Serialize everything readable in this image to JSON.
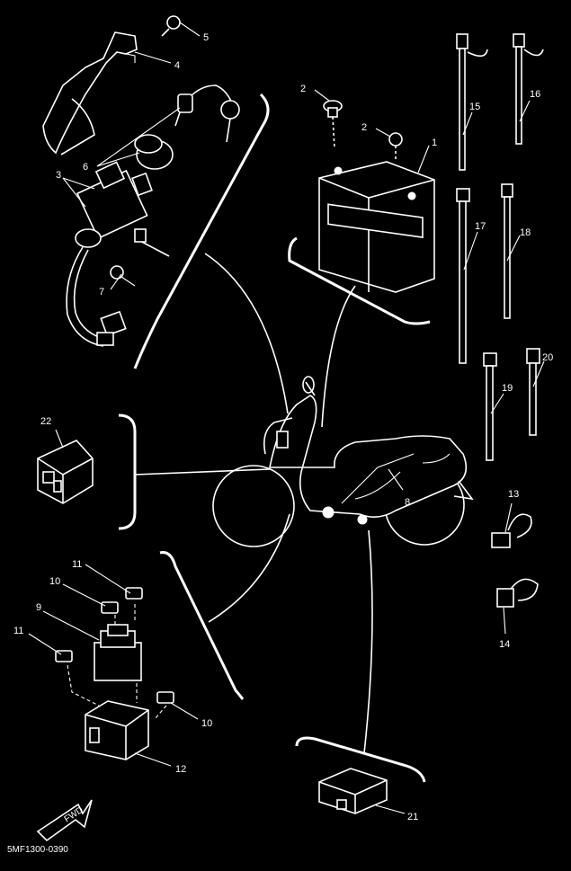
{
  "colors": {
    "background": "#000000",
    "line": "#ffffff"
  },
  "callouts": {
    "c1": "1",
    "c2a": "2",
    "c2b": "2",
    "c3": "3",
    "c4": "4",
    "c5": "5",
    "c6": "6",
    "c7": "7",
    "c8": "8",
    "c9": "9",
    "c10a": "10",
    "c10b": "10",
    "c11a": "11",
    "c11b": "11",
    "c12": "12",
    "c13": "13",
    "c14": "14",
    "c15": "15",
    "c16": "16",
    "c17": "17",
    "c18": "18",
    "c19": "19",
    "c20": "20",
    "c21": "21",
    "c22": "22"
  },
  "fwd_label": "FWD",
  "diagram_code": "5MF1300-0390"
}
